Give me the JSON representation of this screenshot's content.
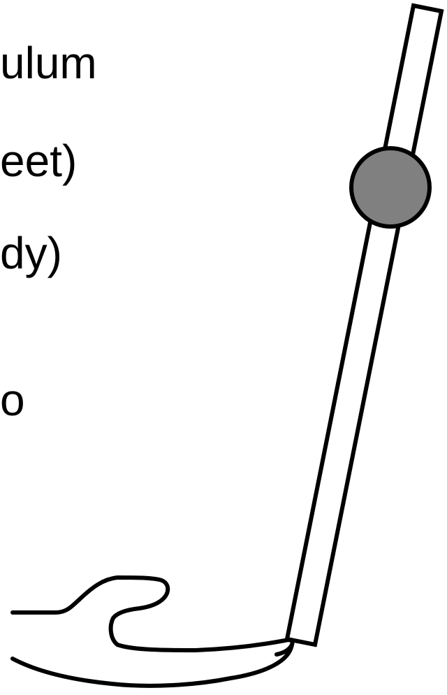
{
  "text_fragments": [
    "ulum",
    "eet)",
    "dy)",
    "o"
  ],
  "colors": {
    "background": "#ffffff",
    "text": "#000000",
    "stroke": "#000000",
    "bob_fill": "#808080",
    "rod_fill": "#ffffff"
  }
}
